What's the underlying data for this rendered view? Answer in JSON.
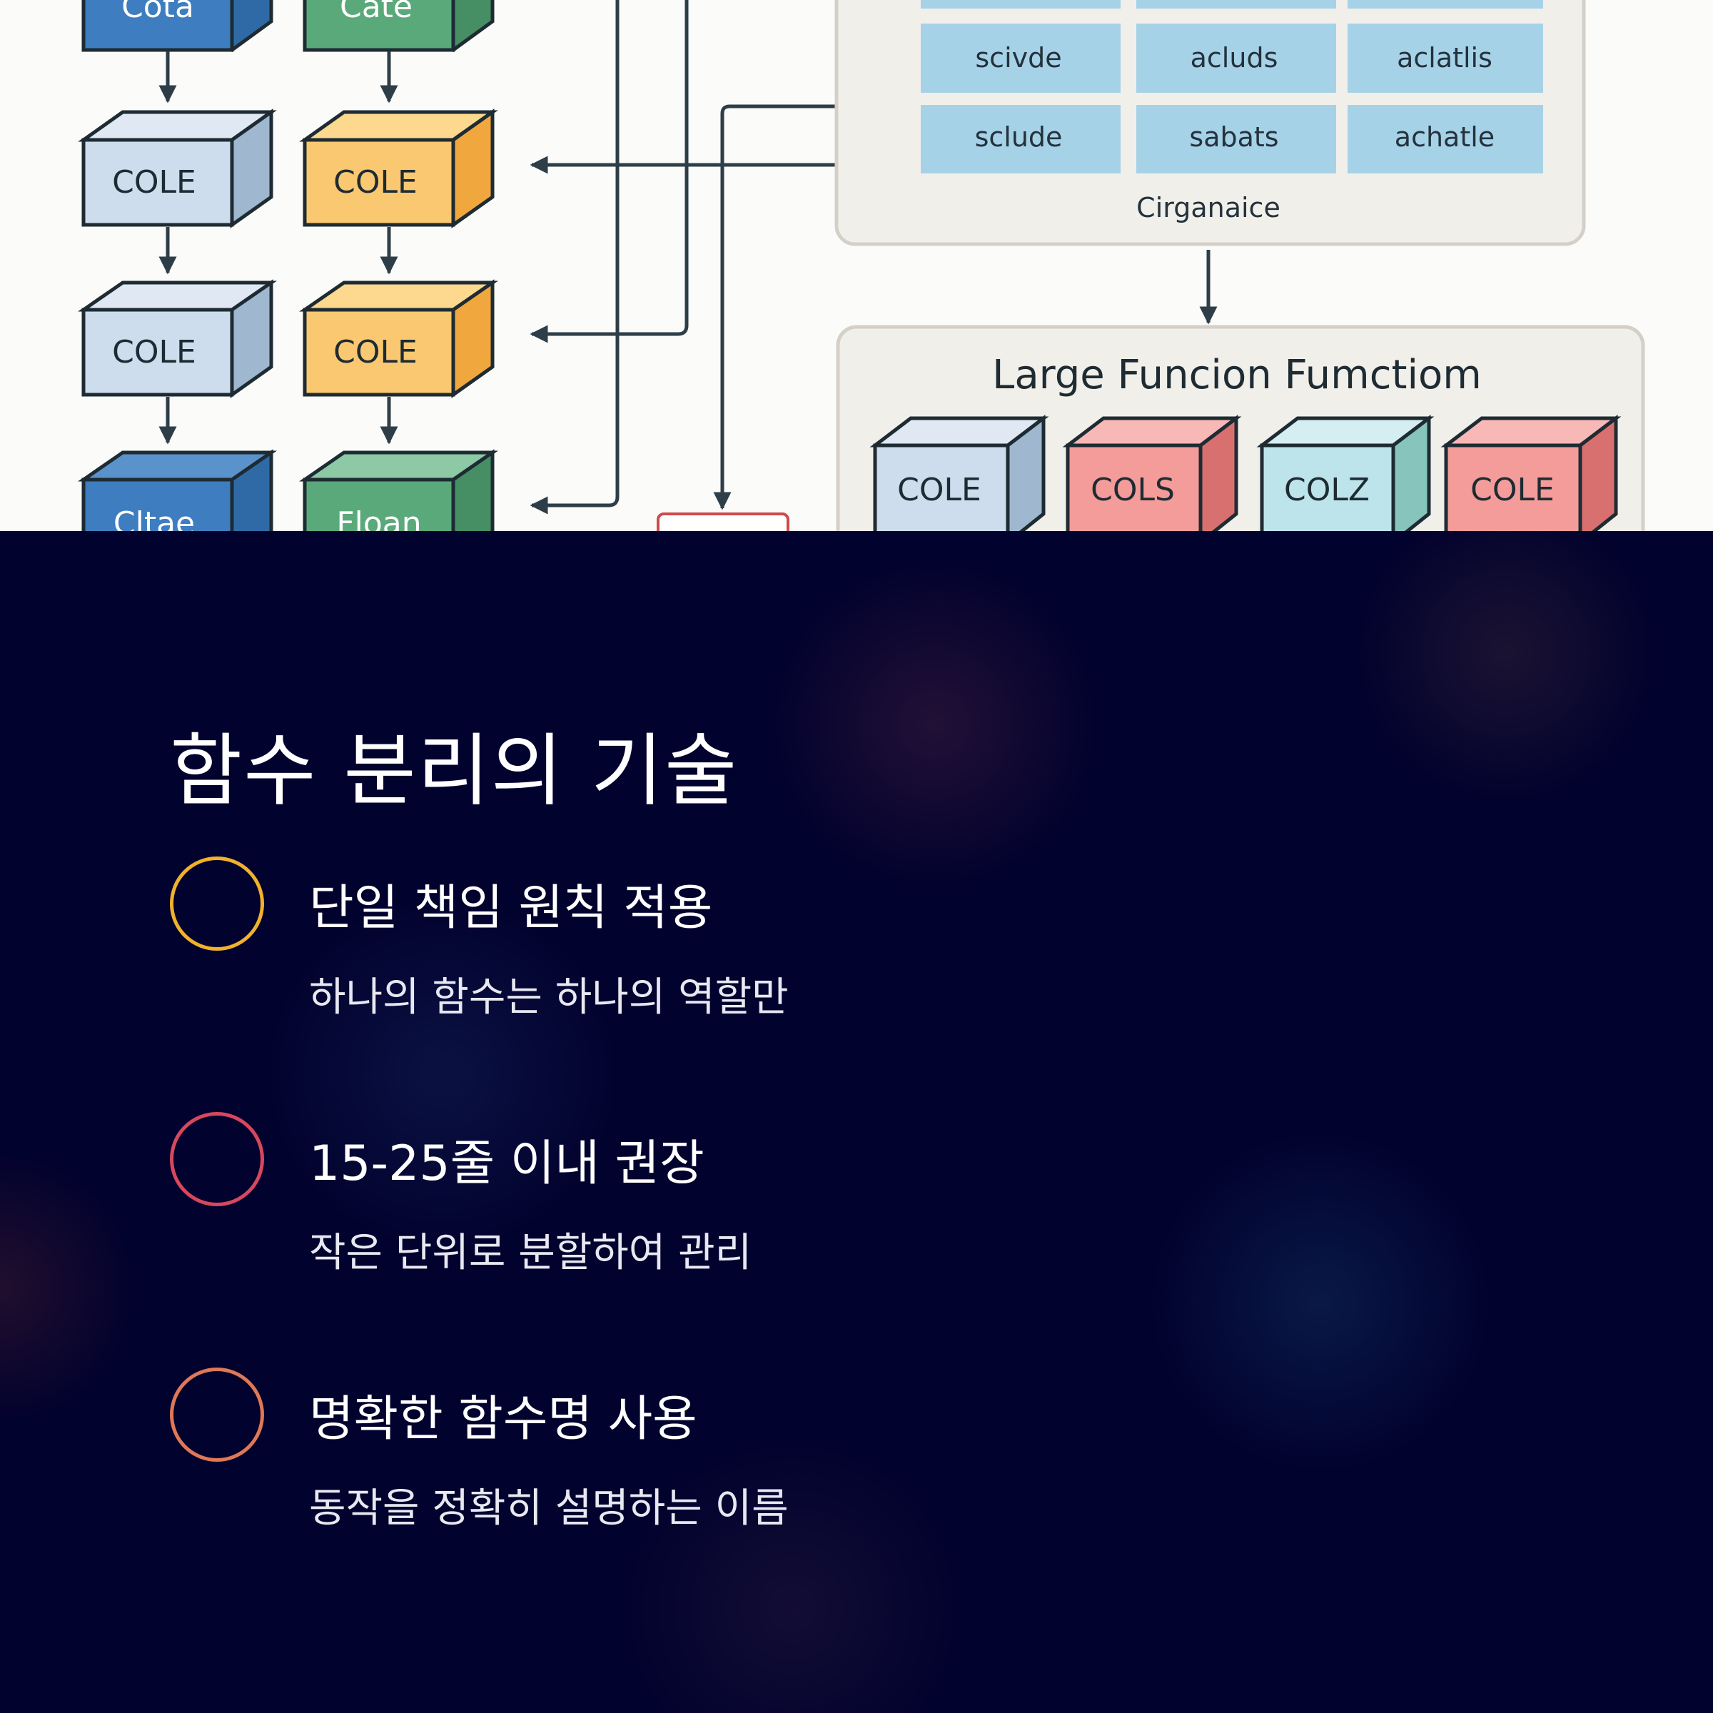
{
  "diagram": {
    "left_column": [
      "Cota",
      "COLE",
      "COLE",
      "Cltae"
    ],
    "right_column": [
      "Cate",
      "COLE",
      "COLE",
      "Floan"
    ],
    "grid": {
      "rows": [
        [
          "scivde",
          "acluds",
          "aclatlis"
        ],
        [
          "sclude",
          "sabats",
          "achatle"
        ]
      ],
      "caption": "Cirganaice"
    },
    "large_function": {
      "title": "Large Funcion Fumctiom",
      "blocks": [
        "COLE",
        "COLS",
        "COLZ",
        "COLE"
      ]
    }
  },
  "slide": {
    "title": "함수 분리의 기술",
    "points": [
      {
        "title": "단일 책임 원칙 적용",
        "desc": "하나의 함수는 하나의 역할만",
        "color": "#f2b12c"
      },
      {
        "title": "15-25줄 이내 권장",
        "desc": "작은 단위로 분할하여 관리",
        "color": "#d8475e"
      },
      {
        "title": "명확한 함수명 사용",
        "desc": "동작을 정확히 설명하는 이름",
        "color": "#e07856"
      }
    ]
  },
  "colors": {
    "background": "#02022e",
    "cube_blue": "#3d7dc0",
    "cube_green": "#5aa97a",
    "cube_lightblue": "#cdddee",
    "cube_orange": "#f9c870",
    "cube_red": "#f39c9a",
    "cube_teal": "#bde4ea",
    "grid_cell": "#a6d2e8"
  }
}
